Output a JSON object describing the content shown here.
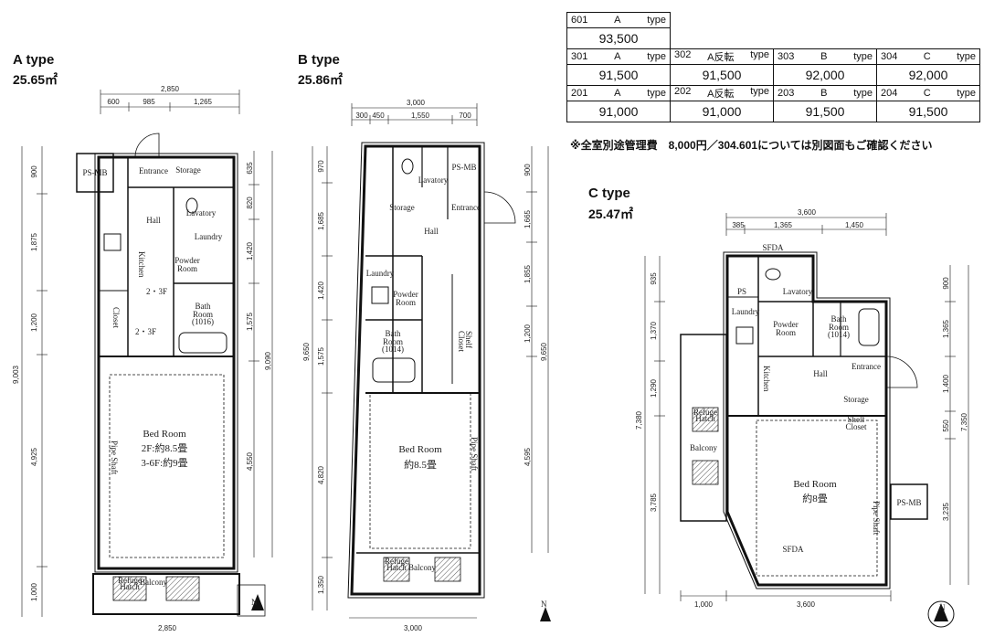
{
  "plans": {
    "a": {
      "name": "A type",
      "area": "25.65㎡",
      "rooms": {
        "ps_mb": "PS-MB",
        "entrance": "Entrance",
        "storage": "Storage",
        "lavatory": "Lavatory",
        "laundry": "Laundry",
        "hall": "Hall",
        "kitchen": "Kitchen",
        "powder": "Powder",
        "powder2": "Room",
        "bath": "Bath",
        "bath2": "Room",
        "bath_note": "(1016)",
        "closet": "Closet",
        "bed": "Bed Room",
        "bed_line1": "2F:約8.5畳",
        "bed_line2": "3-6F:約9畳",
        "balcony": "Balcony",
        "refuge": "Refuge",
        "refuge2": "Hatch",
        "pipe": "Pipe Shaft",
        "fr1": "2・3F",
        "fr2": "2・3F"
      },
      "dims": {
        "top_total": "2,850",
        "top1": "600",
        "top2": "985",
        "top3": "1,265",
        "bottom_total": "2,850",
        "left1": "900",
        "left2": "1,875",
        "left3": "1,200",
        "left4": "4,925",
        "left5": "1,000",
        "left_total": "9,003",
        "right1": "635",
        "right2": "820",
        "right3": "1,420",
        "right4": "1,575",
        "right5": "4,550",
        "right_total": "9,090"
      }
    },
    "b": {
      "name": "B type",
      "area": "25.86㎡",
      "rooms": {
        "ps_mb": "PS-MB",
        "lavatory": "Lavatory",
        "storage": "Storage",
        "entrance": "Entrance",
        "hall": "Hall",
        "laundry": "Laundry",
        "powder": "Powder",
        "powder2": "Room",
        "bath": "Bath",
        "bath2": "Room",
        "bath_note": "(1014)",
        "closet": "Closet",
        "shelf": "Shelf",
        "bed": "Bed Room",
        "bed_line1": "約8.5畳",
        "balcony": "Balcony",
        "refuge": "Refuge",
        "refuge2": "Hatch",
        "pipe": "Pipe Shaft"
      },
      "dims": {
        "top_total": "3,000",
        "top1": "300",
        "top2": "450",
        "top3": "1,550",
        "top4": "700",
        "bottom_total": "3,000",
        "left1": "970",
        "left2": "1,685",
        "left3": "1,420",
        "left4": "1,575",
        "left5": "4,820",
        "left6": "1,350",
        "left_total": "9,650",
        "right1": "900",
        "right2": "1,665",
        "right3": "1,855",
        "right4": "1,200",
        "right5": "4,595",
        "right_total": "9,650"
      }
    },
    "c": {
      "name": "C type",
      "area": "25.47㎡",
      "rooms": {
        "ps": "PS",
        "lavatory": "Lavatory",
        "laundry": "Laundry",
        "powder": "Powder",
        "powder2": "Room",
        "bath": "Bath",
        "bath2": "Room",
        "bath_note": "(1014)",
        "hall": "Hall",
        "entrance": "Entrance",
        "kitchen": "Kitchen",
        "storage": "Storage",
        "shelf": "Shelf",
        "shelf2": "Closet",
        "balcony": "Balcony",
        "refuge": "Refuge",
        "refuge2": "Hatch",
        "bed": "Bed Room",
        "bed_line1": "約8畳",
        "ps_mb": "PS-MB",
        "pipe": "Pipe Shaft",
        "fa1": "SFDA",
        "fa2": "SFDA"
      },
      "dims": {
        "top_total": "3,600",
        "top1": "385",
        "top2": "1,365",
        "top3": "1,450",
        "bottom1": "1,000",
        "bottom2": "3,600",
        "left1": "935",
        "left2": "1,370",
        "left3": "1,290",
        "left4": "3,785",
        "left_total": "7,380",
        "right1": "900",
        "right2": "1,365",
        "right3": "1,400",
        "right4": "550",
        "right5": "3,235",
        "right_total": "7,350"
      }
    }
  },
  "prices": {
    "row1": [
      {
        "unit": "601",
        "type": "A",
        "suffix": "type",
        "price": "93,500"
      }
    ],
    "row2": [
      {
        "unit": "301",
        "type": "A",
        "suffix": "type",
        "price": "91,500"
      },
      {
        "unit": "302",
        "type": "A反転",
        "suffix": "type",
        "price": "91,500"
      },
      {
        "unit": "303",
        "type": "B",
        "suffix": "type",
        "price": "92,000"
      },
      {
        "unit": "304",
        "type": "C",
        "suffix": "type",
        "price": "92,000"
      }
    ],
    "row3": [
      {
        "unit": "201",
        "type": "A",
        "suffix": "type",
        "price": "91,000"
      },
      {
        "unit": "202",
        "type": "A反転",
        "suffix": "type",
        "price": "91,000"
      },
      {
        "unit": "203",
        "type": "B",
        "suffix": "type",
        "price": "91,500"
      },
      {
        "unit": "204",
        "type": "C",
        "suffix": "type",
        "price": "91,500"
      }
    ]
  },
  "note": "※全室別途管理費　8,000円／304.601については別図面もご確認ください",
  "north_label": "N"
}
